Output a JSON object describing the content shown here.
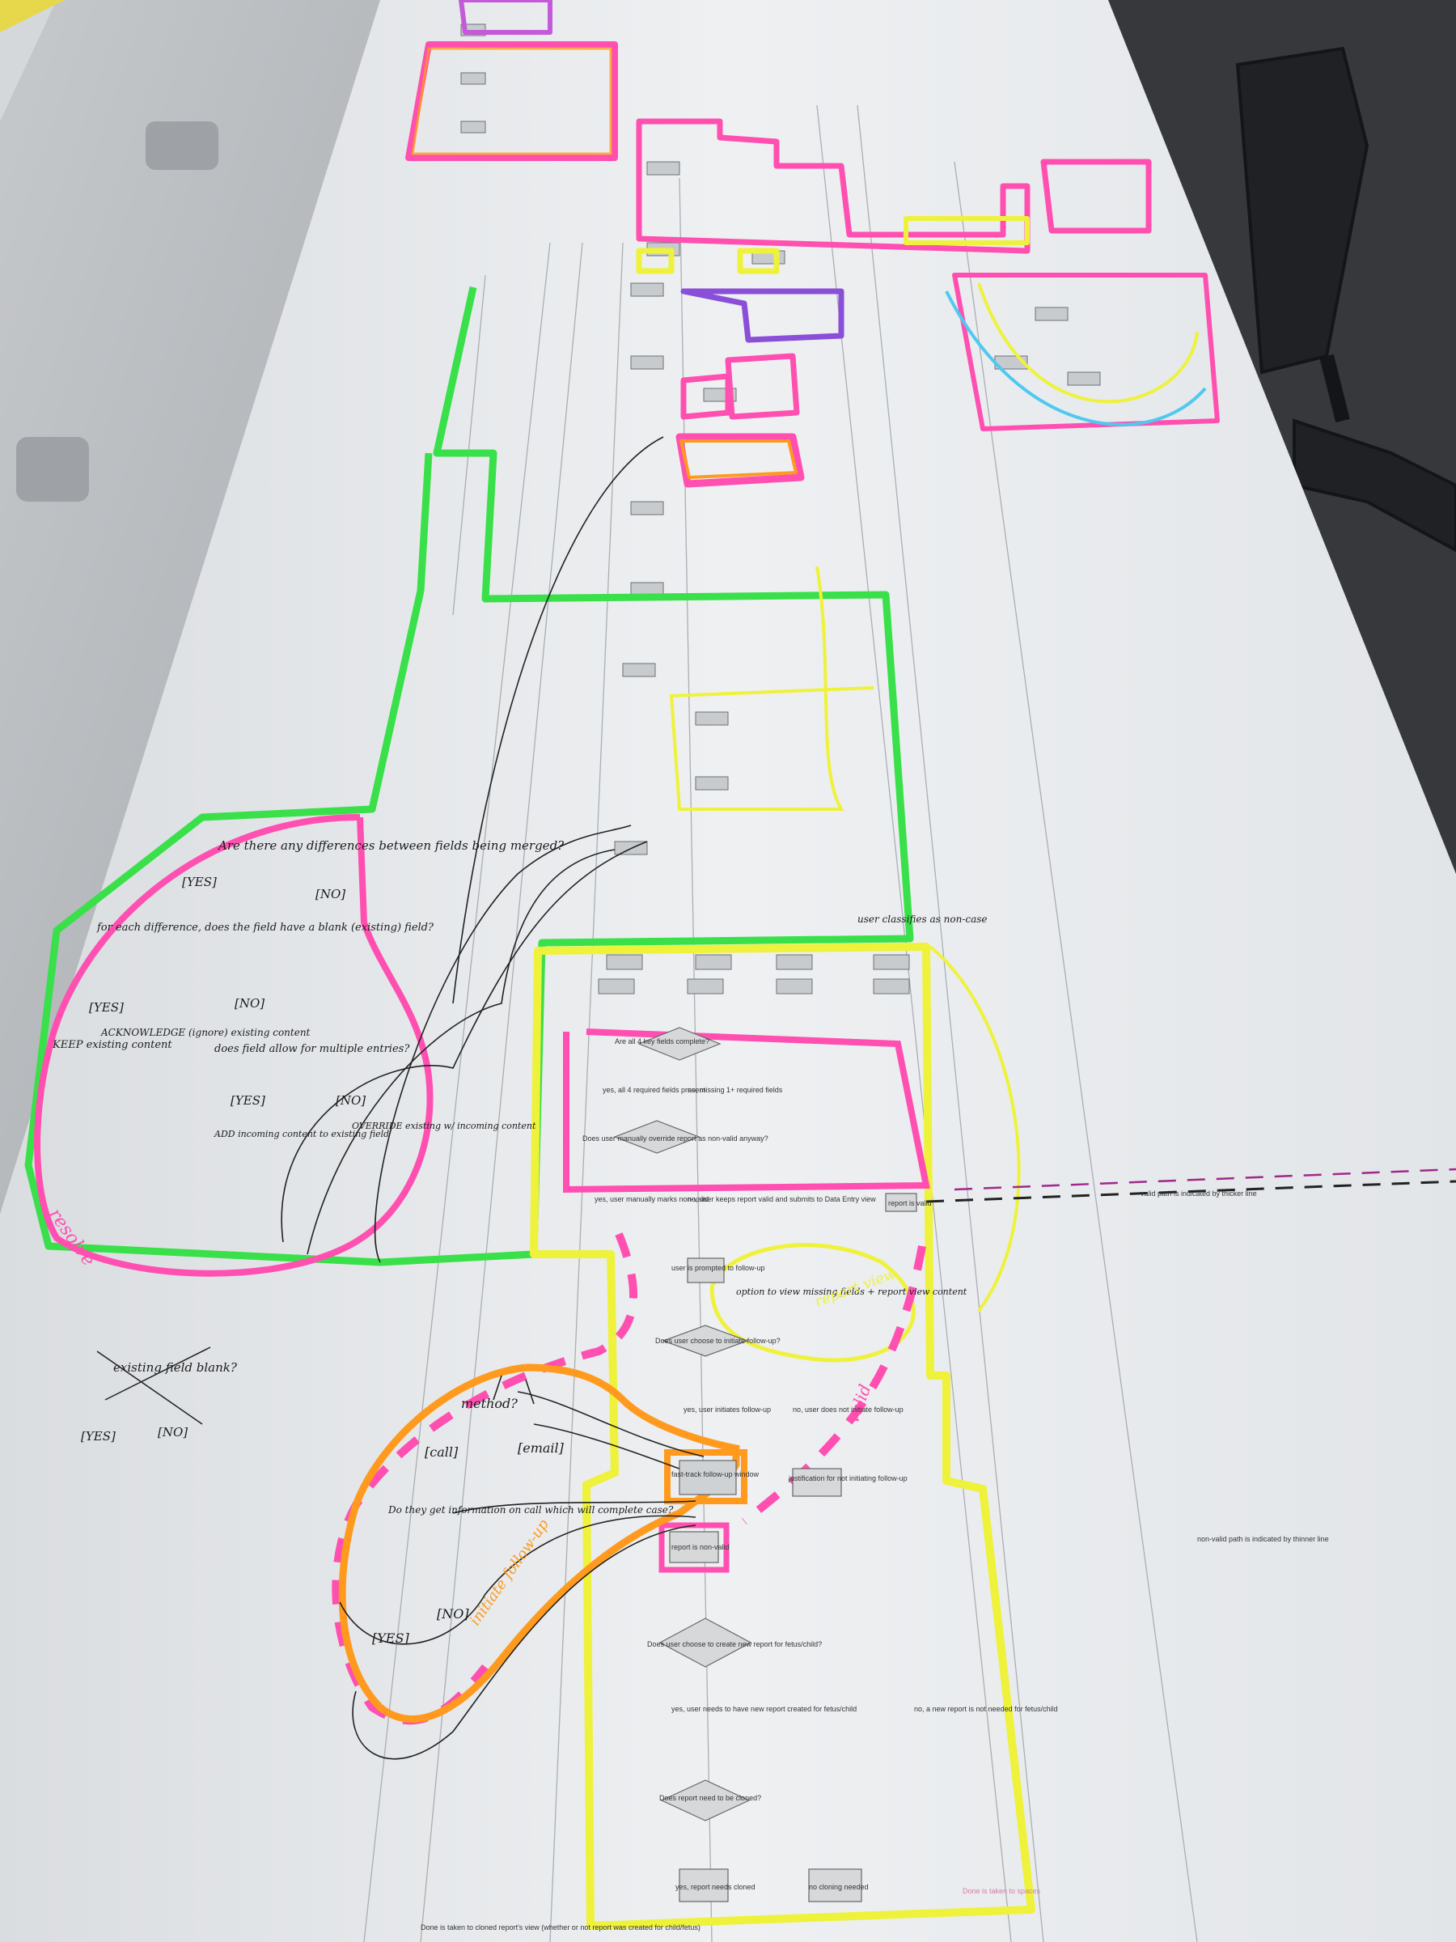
{
  "scene": {
    "kind": "photo",
    "colors": {
      "desk": "#3a3c40",
      "cabinet": "#b9bcc0",
      "paper": "#e9ecee",
      "ink": "#2a2a2a",
      "green": "#39e04a",
      "pink": "#ff4fb0",
      "yellow": "#eef23a",
      "orange": "#ff9a1e",
      "purple": "#8a4fd8",
      "cyan": "#4fc9f0"
    }
  },
  "handwritten": {
    "q_differences": "Are there any differences between fields being merged?",
    "yes": "[YES]",
    "no": "[NO]",
    "for_each": "for each difference, does the field have a blank (existing) field?",
    "keep": "KEEP existing content",
    "acknowledge": "ACKNOWLEDGE (ignore) existing content",
    "q_multiple": "does field allow for multiple entries?",
    "add": "ADD incoming content to existing field",
    "override": "OVERRIDE existing w/ incoming content",
    "resolve": "resolve",
    "crossed": "existing field blank?",
    "method": "method?",
    "call": "[call]",
    "email": "[email]",
    "q_call": "Do they get information on call which will complete case?",
    "initiate": "initiate follow-up",
    "report_view": "report view",
    "option": "option to view missing fields + report view content",
    "valid": "valid",
    "classified": "user classifies as non-case"
  },
  "printed": {
    "q_blanks": "Are all 4 key fields complete?",
    "user_req": "yes, all 4 required fields present",
    "no_missing": "no, missing 1+ required fields",
    "q_override": "Does user manually override report as non-valid anyway?",
    "yes_manual": "yes, user manually marks non-valid",
    "no_remains": "no, user keeps report valid and submits to Data Entry view",
    "valid_report": "report is valid",
    "prompted": "user is prompted to follow-up",
    "q_initiate": "Does user choose to initiate follow-up?",
    "yes_follow": "yes, user initiates follow-up",
    "no_follow": "no, user does not initiate follow-up",
    "fast_track": "fast-track follow-up window",
    "justification": "justification for not initiating follow-up",
    "non_valid": "report is non-valid",
    "q_new": "Does user choose to create new report for fetus/child?",
    "yes_new": "yes, user needs to have new report created for fetus/child",
    "no_new": "no, a new report is not needed for fetus/child",
    "q_cloned": "Does report need to be cloned?",
    "yes_clone": "yes, report needs cloned",
    "no_clone": "no cloning needed",
    "done_cloned": "Done is taken to cloned report's view (whether or not report was created for child/fetus)",
    "valid_path": "valid path is indicated by thicker line",
    "nonvalid_path": "non-valid path is indicated by thinner line",
    "done_pink": "Done is taken to spaces"
  }
}
